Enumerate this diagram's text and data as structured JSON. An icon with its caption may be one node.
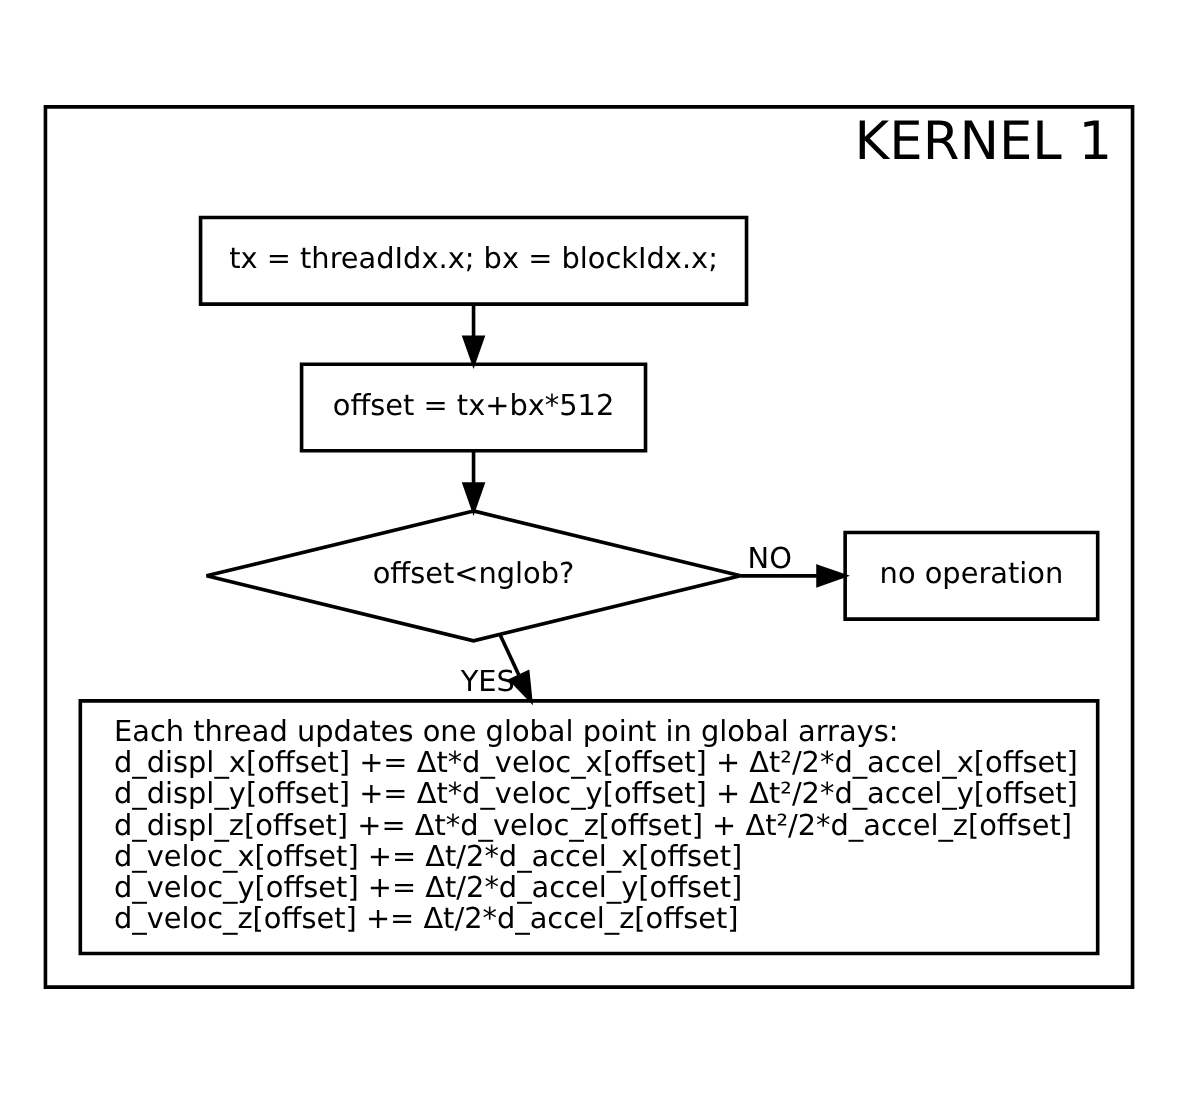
{
  "diagram": {
    "nodes": [
      {
        "text": [
          "KERNEL 1"
        ]
      },
      {
        "text": [
          "tx = threadIdx.x; bx = blockIdx.x;"
        ],
        "in": 0
      },
      {
        "text": [
          "offset = tx+bx*512"
        ],
        "in": 0
      },
      {
        "text": [
          "offset<nglob?"
        ],
        "in": 0
      },
      {
        "text": [
          "no operation"
        ],
        "in": 0
      },
      {
        "text": [
          "Each thread updates one global point in global arrays:",
          "d_displ_x[offset] += Δt*d_veloc_x[offset] + Δt²/2*d_accel_x[offset]",
          "d_displ_y[offset] += Δt*d_veloc_y[offset] + Δt²/2*d_accel_y[offset]",
          "d_displ_z[offset] += Δt*d_veloc_z[offset] + Δt²/2*d_accel_z[offset]",
          "d_veloc_x[offset] += Δt/2*d_accel_x[offset]",
          "d_veloc_y[offset] += Δt/2*d_accel_y[offset]",
          "d_veloc_z[offset] += Δt/2*d_accel_z[offset]"
        ],
        "in": 0
      }
    ],
    "edges": [
      {
        "from": 1,
        "to": 2,
        "arrow": "to"
      },
      {
        "from": 2,
        "to": 3,
        "arrow": "to"
      },
      {
        "from": 3,
        "to": 4,
        "arrow": "to",
        "label": "NO"
      },
      {
        "from": 3,
        "to": 5,
        "arrow": "to",
        "label": "YES"
      }
    ]
  }
}
